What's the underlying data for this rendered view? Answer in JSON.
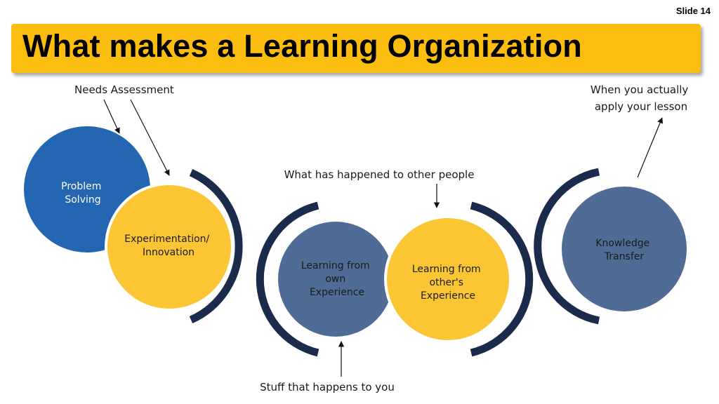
{
  "slide": {
    "number_label": "Slide 14"
  },
  "title": "What makes a Learning Organization",
  "annotations": {
    "needs_assessment": "Needs Assessment",
    "apply_line1": "When you actually",
    "apply_line2": "apply your lesson",
    "other_people": "What has happened to other people",
    "stuff_happens": "Stuff that happens to you"
  },
  "circles": {
    "problem_solving": {
      "line1": "Problem",
      "line2": "Solving"
    },
    "experimentation": {
      "line1": "Experimentation/",
      "line2": "Innovation"
    },
    "own_experience": {
      "line1": "Learning from",
      "line2": "own",
      "line3": "Experience"
    },
    "others_experience": {
      "line1": "Learning from",
      "line2": "other's",
      "line3": "Experience"
    },
    "knowledge_transfer": {
      "line1": "Knowledge",
      "line2": "Transfer"
    }
  },
  "colors": {
    "title_bar": "#fcbd11",
    "blue": "#2566b2",
    "slate": "#4f6b96",
    "yellow": "#fbc533",
    "bracket": "#1b2b4b"
  }
}
